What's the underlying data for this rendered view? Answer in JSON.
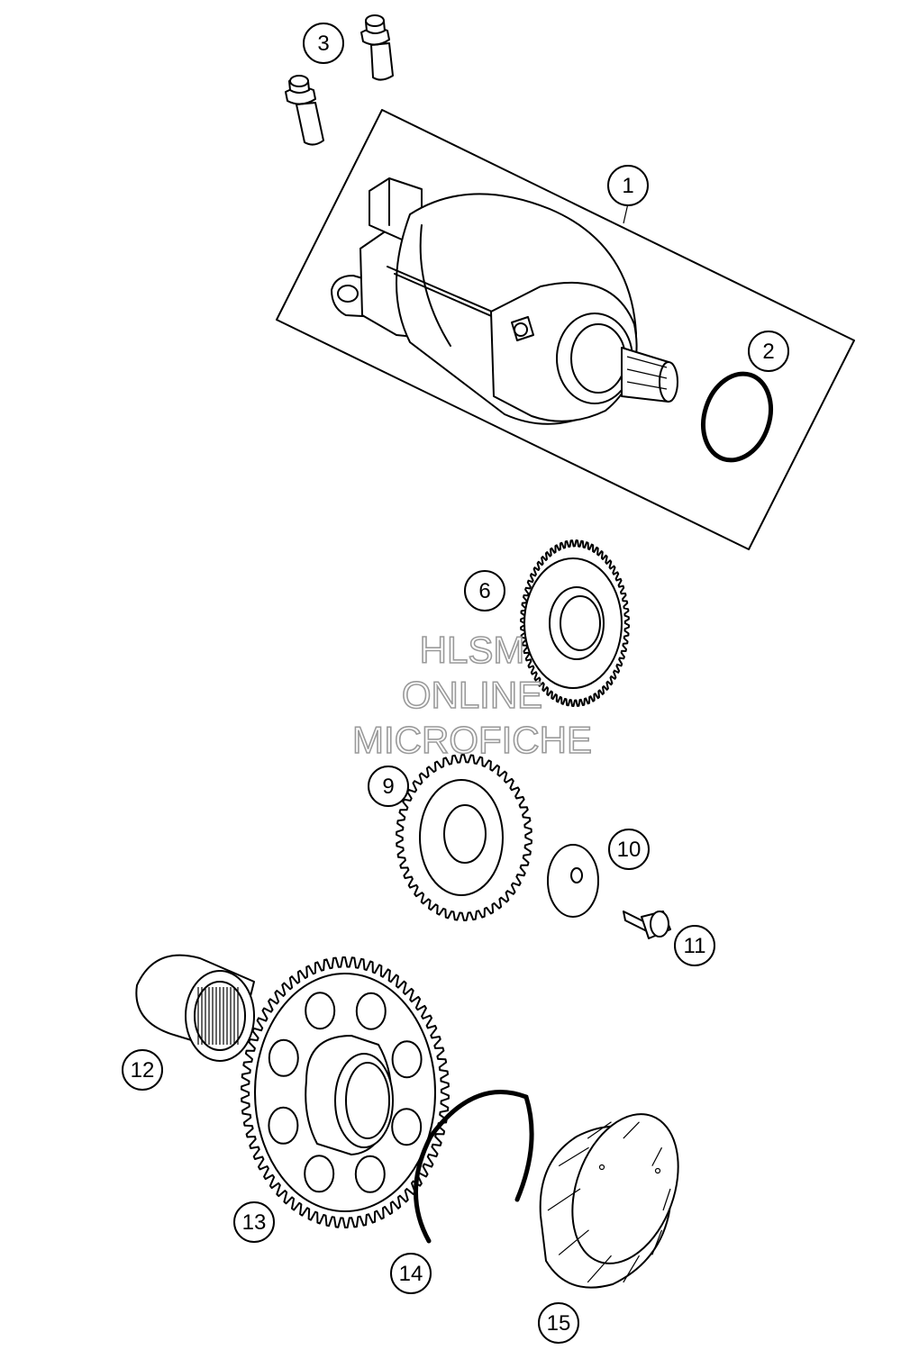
{
  "callouts": [
    {
      "id": "1",
      "label": "1"
    },
    {
      "id": "2",
      "label": "2"
    },
    {
      "id": "3",
      "label": "3"
    },
    {
      "id": "6",
      "label": "6"
    },
    {
      "id": "9",
      "label": "9"
    },
    {
      "id": "10",
      "label": "10"
    },
    {
      "id": "11",
      "label": "11"
    },
    {
      "id": "12",
      "label": "12"
    },
    {
      "id": "13",
      "label": "13"
    },
    {
      "id": "14",
      "label": "14"
    },
    {
      "id": "15",
      "label": "15"
    }
  ],
  "watermark": {
    "line1": "HLSM",
    "line2": "ONLINE",
    "line3": "MICROFICHE"
  }
}
